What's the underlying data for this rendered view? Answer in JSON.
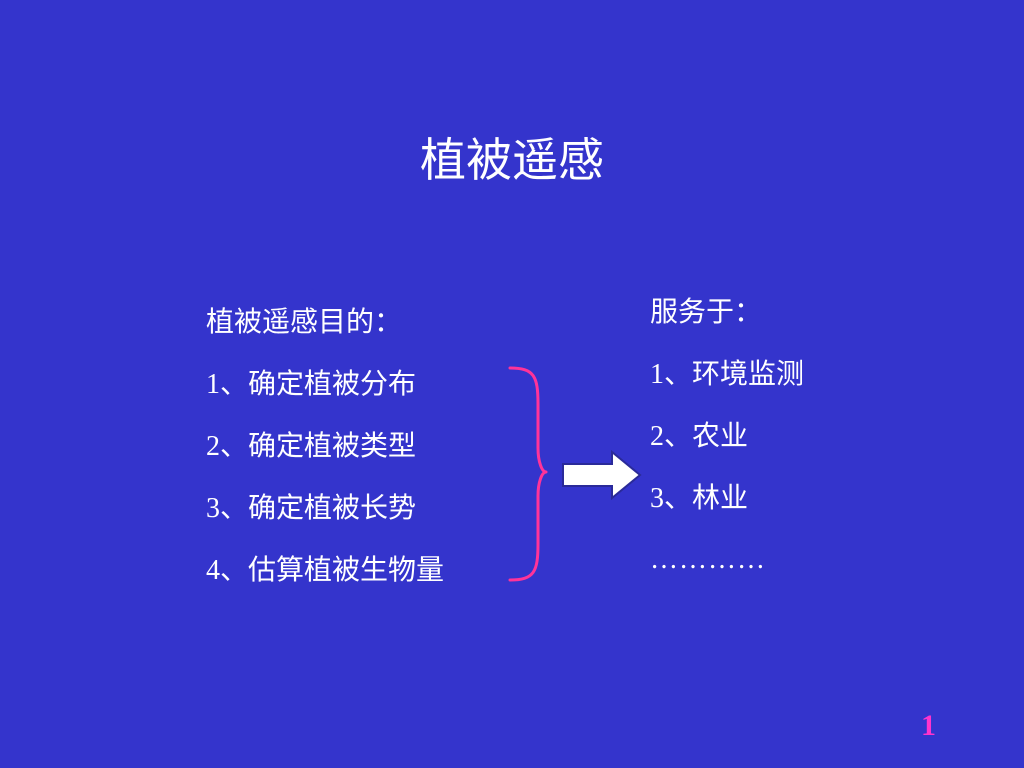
{
  "slide": {
    "title": "植被遥感",
    "purpose": {
      "heading": "植被遥感目的：",
      "items": [
        {
          "num": "1",
          "sep": "、",
          "text": "确定植被分布"
        },
        {
          "num": "2",
          "sep": "、",
          "text": "确定植被类型"
        },
        {
          "num": "3",
          "sep": "、",
          "text": "确定植被长势"
        },
        {
          "num": "4",
          "sep": "、",
          "text": "估算植被生物量"
        }
      ]
    },
    "serves": {
      "heading": "服务于：",
      "items": [
        {
          "num": "1",
          "sep": "、",
          "text": "环境监测"
        },
        {
          "num": "2",
          "sep": "、",
          "text": "农业"
        },
        {
          "num": "3",
          "sep": "、",
          "text": "林业"
        }
      ],
      "ellipsis": "…………"
    },
    "page_number": "1"
  },
  "colors": {
    "background": "#3434cc",
    "text": "#ffffff",
    "brace": "#ff3399",
    "page_number": "#ff33cc",
    "arrow_fill": "#ffffff"
  },
  "icons": {
    "brace": "right-curly-brace-icon",
    "arrow": "right-arrow-icon"
  }
}
